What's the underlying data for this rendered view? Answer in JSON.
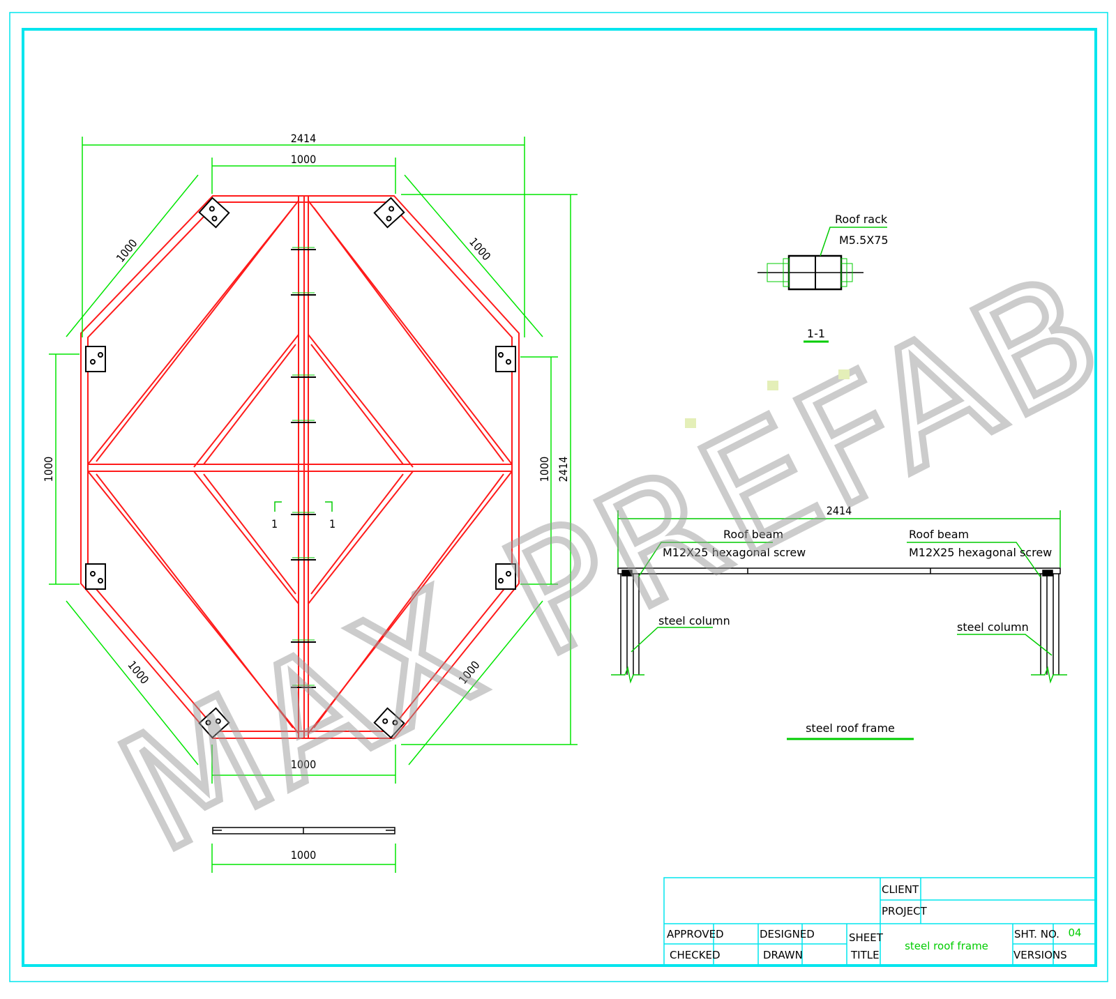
{
  "colors": {
    "frame": "#ff1a1a",
    "dimension": "#00e600",
    "border": "#00e5ee",
    "ink": "#000000",
    "watermark": "#c8c8c8",
    "watermark_accent": "#e4efb8"
  },
  "watermark": "MAX PREFAB",
  "plan": {
    "dim_top_overall": "2414",
    "dim_top_inner": "1000",
    "dim_left": "1000",
    "dim_right_inner": "1000",
    "dim_right_overall": "2414",
    "dim_diag_top_left": "1000",
    "dim_diag_top_right": "1000",
    "dim_diag_bottom_left": "1000",
    "dim_diag_bottom_right": "1000",
    "dim_bottom": "1000",
    "section_marker_left": "1",
    "section_marker_right": "1"
  },
  "beam_detail": {
    "dim": "1000"
  },
  "section_1_1": {
    "label_line1": "Roof rack",
    "label_line2": "M5.5X75",
    "title": "1-1"
  },
  "elevation": {
    "dim": "2414",
    "left_beam_label": "Roof beam",
    "left_screw_label": "M12X25 hexagonal screw",
    "right_beam_label": "Roof beam",
    "right_screw_label": "M12X25 hexagonal screw",
    "left_column_label": "steel column",
    "right_column_label": "steel column",
    "title": "steel roof frame"
  },
  "title_block": {
    "client": "CLIENT",
    "project": "PROJECT",
    "approved": "APPROVED",
    "checked": "CHECKED",
    "designed": "DESIGNED",
    "drawn": "DRAWN",
    "sheet": "SHEET",
    "title": "TITLE",
    "sheet_title_value": "steel roof frame",
    "sht_no": "SHT. NO.",
    "sht_no_value": "04",
    "versions": "VERSIONS"
  }
}
